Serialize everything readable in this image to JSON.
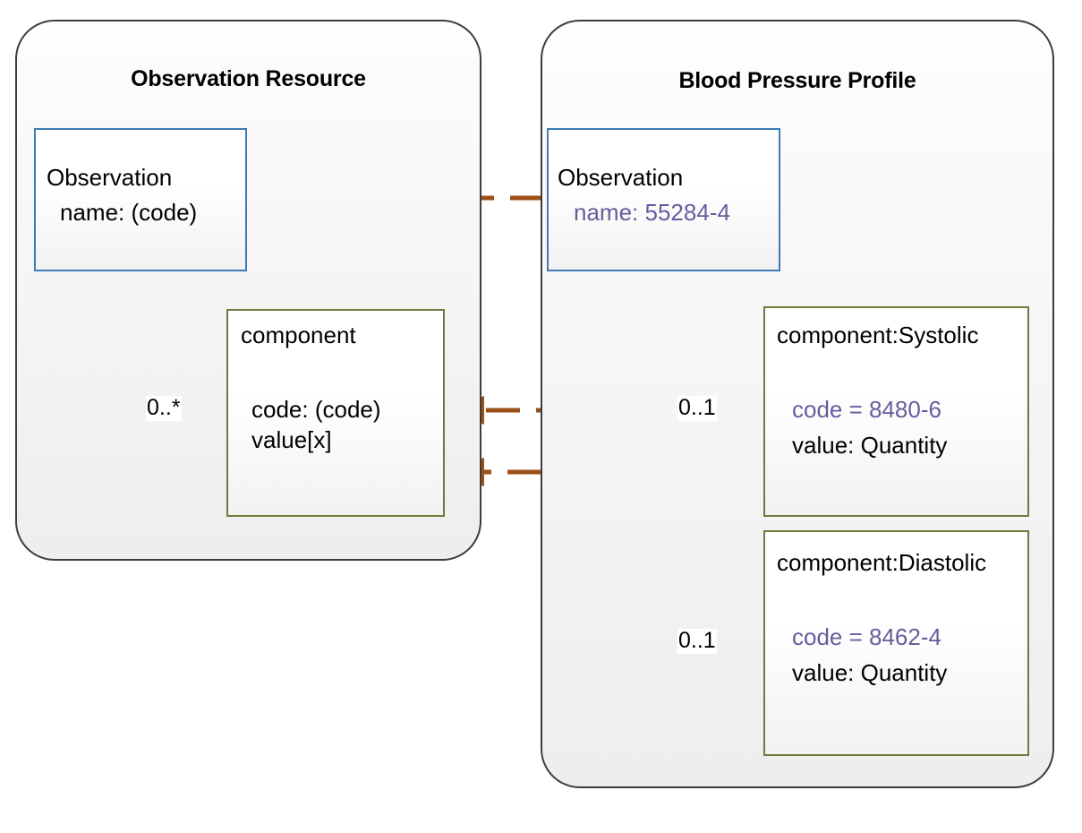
{
  "diagram": {
    "title_left": "Observation Resource",
    "title_right": "Blood Pressure Profile",
    "colors": {
      "panel_border": "#3d3d3d",
      "blue_box_border": "#3e7ab5",
      "olive_box_border": "#6f7b3b",
      "connector_black": "#3b3b3b",
      "derivation_brown": "#9c4f16",
      "constraint_purple": "#6b5b9e"
    }
  },
  "left_panel": {
    "title": "Observation Resource",
    "observation_box": {
      "title": "Observation",
      "attributes": [
        "name: (code)"
      ]
    },
    "component_box": {
      "title": "component",
      "attributes": [
        "code: (code)",
        "value[x]"
      ]
    },
    "multiplicity_component": "0..*"
  },
  "right_panel": {
    "title": "Blood Pressure Profile",
    "observation_box": {
      "title": "Observation",
      "attributes": [
        "name: 55284-4"
      ]
    },
    "systolic_box": {
      "title": "component:Systolic",
      "attributes": [
        "code = 8480-6",
        "value: Quantity"
      ]
    },
    "diastolic_box": {
      "title": "component:Diastolic",
      "attributes": [
        "code = 8462-4",
        "value: Quantity"
      ]
    },
    "multiplicity_systolic": "0..1",
    "multiplicity_diastolic": "0..1"
  }
}
